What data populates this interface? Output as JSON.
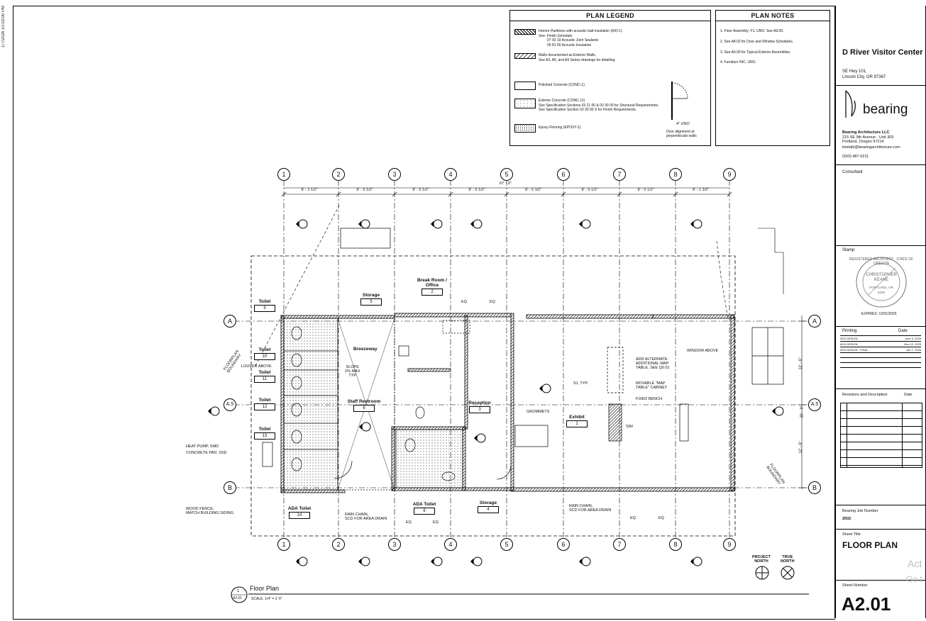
{
  "print_stamp": "1/7/2026 10:03:00 PM",
  "legend": {
    "title": "PLAN LEGEND",
    "items": [
      {
        "text": [
          "Interior Partitions with acoustic batt insulation (AIO-1)",
          "See:  Finish Schedule",
          "07 92 19 Acoustic Joint Sealants",
          "09 81 00 Acoustic Insulation"
        ],
        "swatch": "hatch"
      },
      {
        "text": [
          "Walls documented as Exterior Walls,",
          "See A3, A5, and A9 Series drawings for detailing."
        ],
        "swatch": "diag"
      },
      {
        "text": [
          "Polished Concrete (CONC-1)"
        ],
        "swatch": "plain"
      },
      {
        "text": [
          "Exterior Concrete (CONC-11)",
          "See Specification Sections 03 21 00 & 03 30 00 for Structural Requirements.",
          "See Specification Section 03 30 00 S for Finish Requirements."
        ],
        "swatch": "conc"
      },
      {
        "text": [
          "Epoxy Flooring (EPOXY-1)"
        ],
        "swatch": "dot"
      }
    ],
    "door_note": "4\" UNO",
    "door_caption": "Door alignment at perpendicular walls"
  },
  "notes": {
    "title": "PLAN NOTES",
    "items": [
      "1.   Floor Assembly:   F1, UNO. See A9.00.",
      "2.   See A8.02 for Door and Window Schedules.",
      "3.   See A9.00 for Typical Exterior Assemblies.",
      "4.   Furniture NIC, UNO."
    ]
  },
  "title_block": {
    "project_name": "D River Visitor Center",
    "project_address": [
      "SE Hwy 101,",
      "Lincoln City, OR 97367"
    ],
    "logo_text": "bearing",
    "firm": [
      "Bearing Architecture LLC",
      "215 SE 9th Avenue - Unit 303",
      "Portland, Oregon 97214"
    ],
    "email": "letstalk@bearingarchitecture.com",
    "phone": "(503) 487-0211",
    "consultant_label": "Consultant",
    "stamp_label": "Stamp",
    "stamp_ring": "REGISTERED ARCHITECT · STATE OF OREGON",
    "stamp_name": [
      "CHRISTOPHER",
      "KEANE"
    ],
    "stamp_city": "PORTLAND, OR",
    "stamp_number": "5400",
    "stamp_expires": "EXPIRES: 12/01/2026",
    "printing_label": "Printing",
    "date_label": "Date",
    "printing_rows": [
      {
        "name": "30% DESIGN",
        "date": "June 6, 2025"
      },
      {
        "name": "60% DESIGN",
        "date": "Nov 12, 2025"
      },
      {
        "name": "90% DESIGN - FINAL",
        "date": "Jan 7, 2026"
      }
    ],
    "revisions_label": "Revisions and Description",
    "revisions_date_label": "Date",
    "job_number_label": "Bearing Job Number",
    "job_number": "2502",
    "sheet_title_label": "Sheet Title",
    "sheet_title": "FLOOR PLAN",
    "sheet_number_label": "Sheet Number",
    "sheet_number": "A2.01"
  },
  "plan": {
    "grid_columns": [
      "1",
      "2",
      "3",
      "4",
      "5",
      "6",
      "7",
      "8",
      "9"
    ],
    "grid_rows": [
      "A",
      "A.5",
      "B"
    ],
    "overall_dim": "67' - 0\"",
    "bay_dims": [
      "8' - 1 1/2\"",
      "8' - 5 1/2\"",
      "8' - 5 1/2\"",
      "8' - 5 1/2\"",
      "8' - 5 1/2\"",
      "8' - 5 1/2\"",
      "8' - 5 1/2\"",
      "8' - 1 1/2\""
    ],
    "side_dims": [
      "12' - 6\"",
      "25' - 0\"",
      "12' - 6\""
    ],
    "rooms": [
      {
        "name": "Toilet",
        "num": "9"
      },
      {
        "name": "Toilet",
        "num": "10"
      },
      {
        "name": "Toilet",
        "num": "11"
      },
      {
        "name": "Toilet",
        "num": "12"
      },
      {
        "name": "Toilet",
        "num": "13"
      },
      {
        "name": "Storage",
        "num": "5"
      },
      {
        "name": "Break Room / Office",
        "num": "2"
      },
      {
        "name": "Staff Restroom",
        "num": "6"
      },
      {
        "name": "Reception",
        "num": "3"
      },
      {
        "name": "Exhibit",
        "num": "1"
      },
      {
        "name": "ADA Toilet",
        "num": "14"
      },
      {
        "name": "ADA Toilet",
        "num": "8"
      },
      {
        "name": "Storage",
        "num": "4"
      }
    ],
    "breezeway": "Breezeway",
    "annotations": {
      "louver": "LOUVER ABOVE",
      "slope": "SLOPE\n2% MAX\nTYP",
      "heat_pump": "HEAT PUMP, SMD",
      "concrete_pad": "CONCRETE PAD, SSD",
      "wood_fence": "WOOD FENCE,\nMATCH BUILDING SIDING",
      "rain_chain_1": "RAIN CHAIN,\nSCD FOR AREA DRAIN",
      "rain_chain_2": "RAIN CHAIN,\nSCD FOR AREA DRAIN",
      "add_alternate": "ADD ALTERNATE:\nADDITIONAL MAP\nTABLE, SEE Q0.01",
      "movable": "MOVABLE \"MAP\nTABLE\" CABINET",
      "fixed_bench": "FIXED BENCH",
      "window_above": "WINDOW ABOVE",
      "grommets": "GROMMETS",
      "sj_typ": "SJ, TYP.",
      "sim": "SIM",
      "eq": "EQ",
      "floorplan_boundary": "FLOORPLAN\nBOUNDARY"
    },
    "project_north": "PROJECT\nNORTH",
    "true_north": "TRUE\nNORTH",
    "drawing_number": "1",
    "drawing_sheet": "A2.01",
    "drawing_title": "Floor Plan",
    "scale": "SCALE:  1/4\" = 1'-0\""
  },
  "watermark": [
    "Act",
    "Go t"
  ]
}
